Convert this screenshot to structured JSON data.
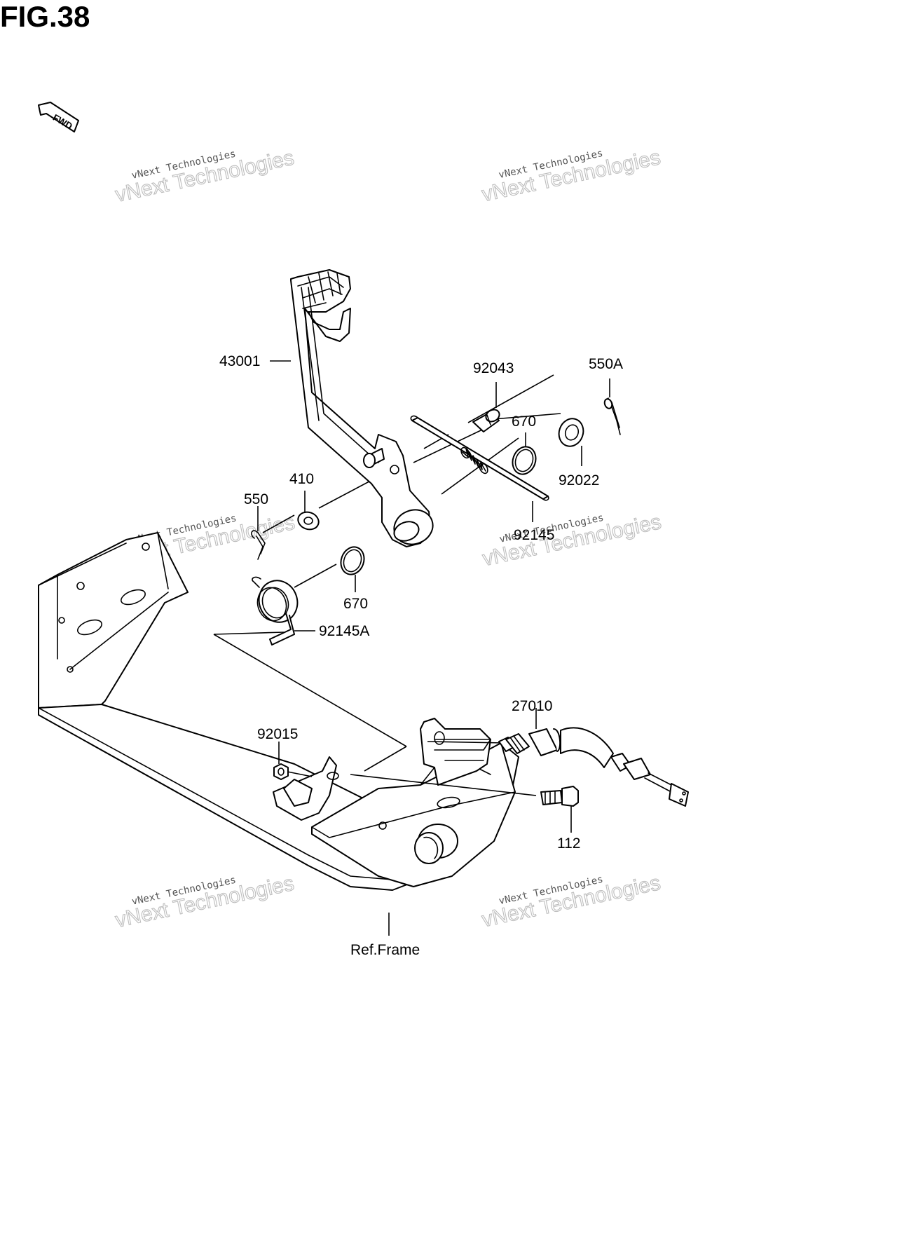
{
  "figure": {
    "title": "FIG.38",
    "fwd_label": "FWD"
  },
  "watermark": {
    "line_small": "vNext Technologies",
    "line_big": "vNext Technologies"
  },
  "callouts": {
    "c43001": "43001",
    "c92043": "92043",
    "c550A": "550A",
    "c670_top": "670",
    "c92022": "92022",
    "c410": "410",
    "c550": "550",
    "c92145": "92145",
    "c670_bottom": "670",
    "c92145A": "92145A",
    "c27010": "27010",
    "c92015": "92015",
    "c112": "112",
    "c_ref_frame": "Ref.Frame"
  }
}
